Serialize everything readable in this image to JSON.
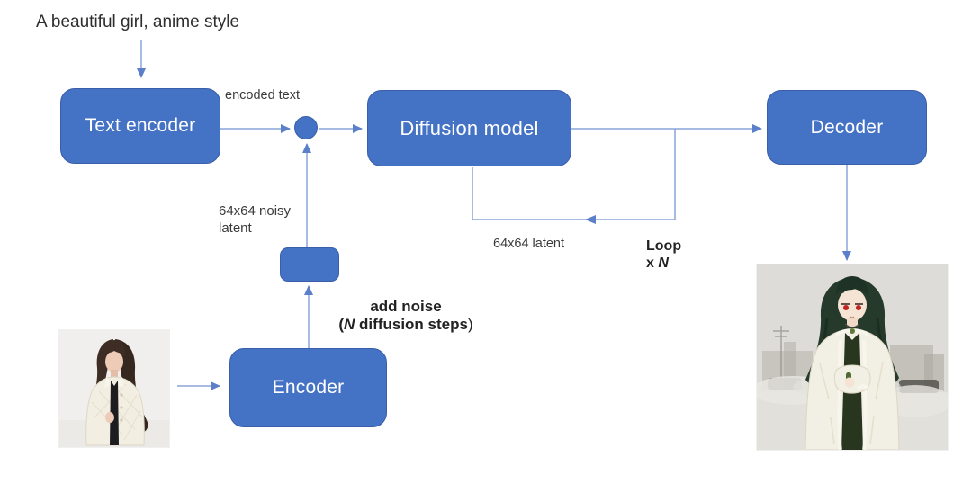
{
  "diagram": {
    "prompt": "A beautiful girl, anime style",
    "nodes": {
      "text_encoder": "Text encoder",
      "diffusion_model": "Diffusion model",
      "decoder": "Decoder",
      "encoder": "Encoder"
    },
    "labels": {
      "encoded_text": "encoded text",
      "noisy_latent_line1": "64x64 noisy",
      "noisy_latent_line2": "latent",
      "latent": "64x64 latent",
      "loop_line1": "Loop",
      "loop_x": "x ",
      "loop_n": "N",
      "add_noise_line1": "add noise",
      "add_noise_open": "(",
      "add_noise_n": "N",
      "add_noise_rest": " diffusion steps",
      "add_noise_close": ")"
    },
    "images": {
      "input_photo": "photo of a woman with long dark hair in a cream quilted jacket",
      "output_image": "anime-style girl with dark green hair, red eyes, white lace coat in foggy city"
    },
    "colors": {
      "node_fill": "#4472C4",
      "node_border": "#3A5EA8",
      "connector": "#8AA4D8",
      "arrowhead": "#5B7FC9",
      "label_text": "#3B3B3B"
    }
  }
}
